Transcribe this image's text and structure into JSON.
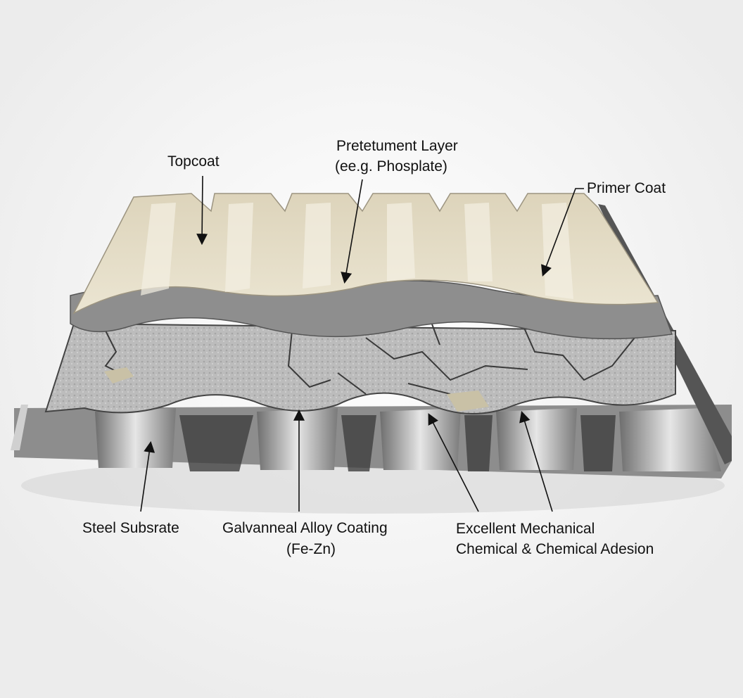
{
  "labels": {
    "topcoat": "Topcoat",
    "pretreatment_line1": "Pretetument Layer",
    "pretreatment_line2": "(ee.g. Phosplate)",
    "primer": "Primer Coat",
    "steel": "Steel Subsrate",
    "galvanneal_line1": "Galvanneal Alloy Coating",
    "galvanneal_line2": "(Fe-Zn)",
    "adhesion_line1": "Excellent Mechanical",
    "adhesion_line2": "Chemical & Chemical Adesion"
  },
  "colors": {
    "topcoat": "#e4dcc6",
    "pretreatment": "#8e8e8e",
    "galvanneal": "#b9b9b9",
    "steel": "#9a9a9a"
  }
}
